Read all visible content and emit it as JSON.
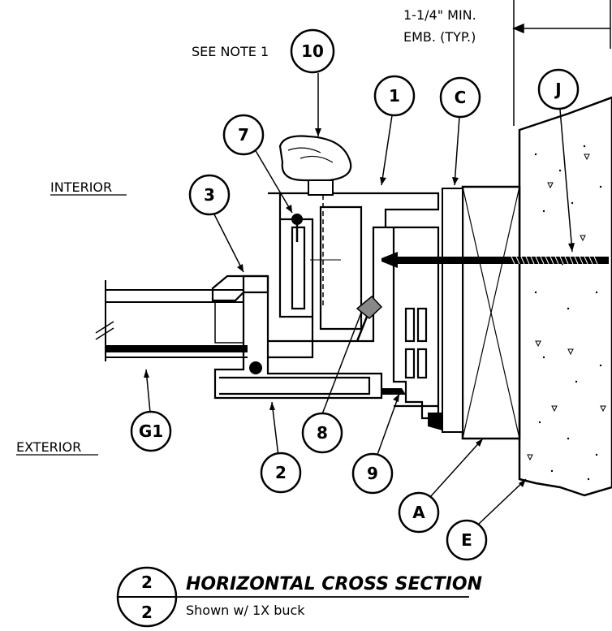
{
  "labels": {
    "interior": "INTERIOR",
    "exterior": "EXTERIOR",
    "see_note": "SEE NOTE 1",
    "embed_line1": "1-1/4\" MIN.",
    "embed_line2": "EMB. (TYP.)"
  },
  "callouts": {
    "c10": "10",
    "c1": "1",
    "cC": "C",
    "cJ": "J",
    "c7": "7",
    "c3": "3",
    "cG1": "G1",
    "c8": "8",
    "c2": "2",
    "c9": "9",
    "cA": "A",
    "cE": "E"
  },
  "title": {
    "detail_number": "2",
    "sheet_number": "2",
    "heading": "HORIZONTAL CROSS SECTION",
    "subheading": "Shown w/ 1X buck"
  }
}
